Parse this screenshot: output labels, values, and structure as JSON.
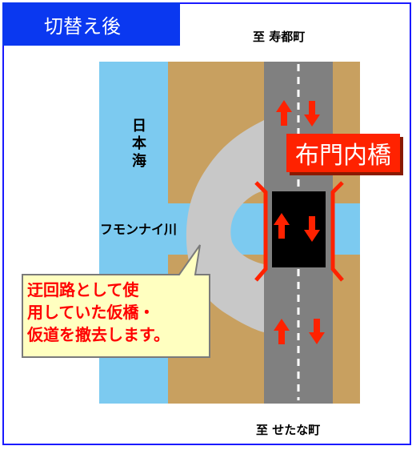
{
  "header": {
    "title": "切替え後"
  },
  "destinations": {
    "north": "至 寿都町",
    "south": "至 せたな町"
  },
  "labels": {
    "sea": [
      "日",
      "本",
      "海"
    ],
    "river": "フモンナイ川",
    "bridge": "布門内橋"
  },
  "callout": {
    "lines": [
      "迂回路として使",
      "用していた仮橋・",
      "仮道を撤去します。"
    ]
  },
  "colors": {
    "header_bg": "#0a38f0",
    "frame": "#1a1aff",
    "sea_river": "#7ccaf0",
    "land": "#c8a060",
    "road": "#808080",
    "removed_detour": "#c8c8c8",
    "bridge": "#000000",
    "arrow_and_label": "#ff2200",
    "callout_bg": "#ffffc0"
  }
}
